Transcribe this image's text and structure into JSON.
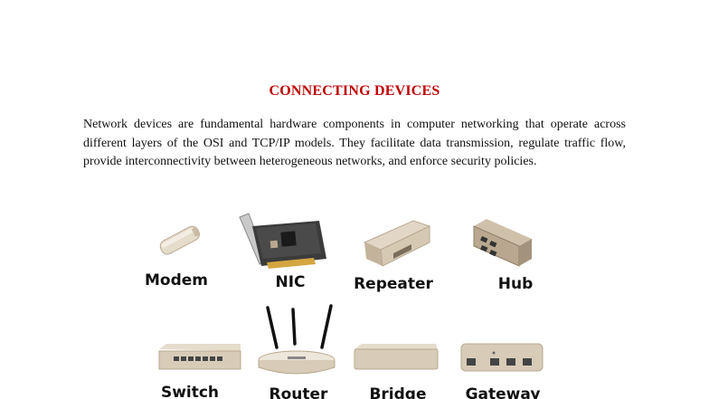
{
  "section": {
    "title": "CONNECTING DEVICES",
    "paragraph": "Network devices are fundamental hardware components in computer networking that operate across different layers of the OSI and TCP/IP models. They facilitate data transmission, regulate traffic flow, provide interconnectivity between heterogeneous networks, and enforce security policies."
  },
  "figure": {
    "devices": [
      {
        "label": "Modem",
        "icon": "modem-icon"
      },
      {
        "label": "NIC",
        "icon": "nic-icon"
      },
      {
        "label": "Repeater",
        "icon": "repeater-icon"
      },
      {
        "label": "Hub",
        "icon": "hub-icon"
      },
      {
        "label": "Switch",
        "icon": "switch-icon"
      },
      {
        "label": "Router",
        "icon": "router-icon"
      },
      {
        "label": "Bridge",
        "icon": "bridge-icon"
      },
      {
        "label": "Gateway",
        "icon": "gateway-icon"
      }
    ]
  },
  "colors": {
    "title": "#c00000",
    "device_body": "#d8cbb8",
    "device_shade": "#b9a88f"
  }
}
